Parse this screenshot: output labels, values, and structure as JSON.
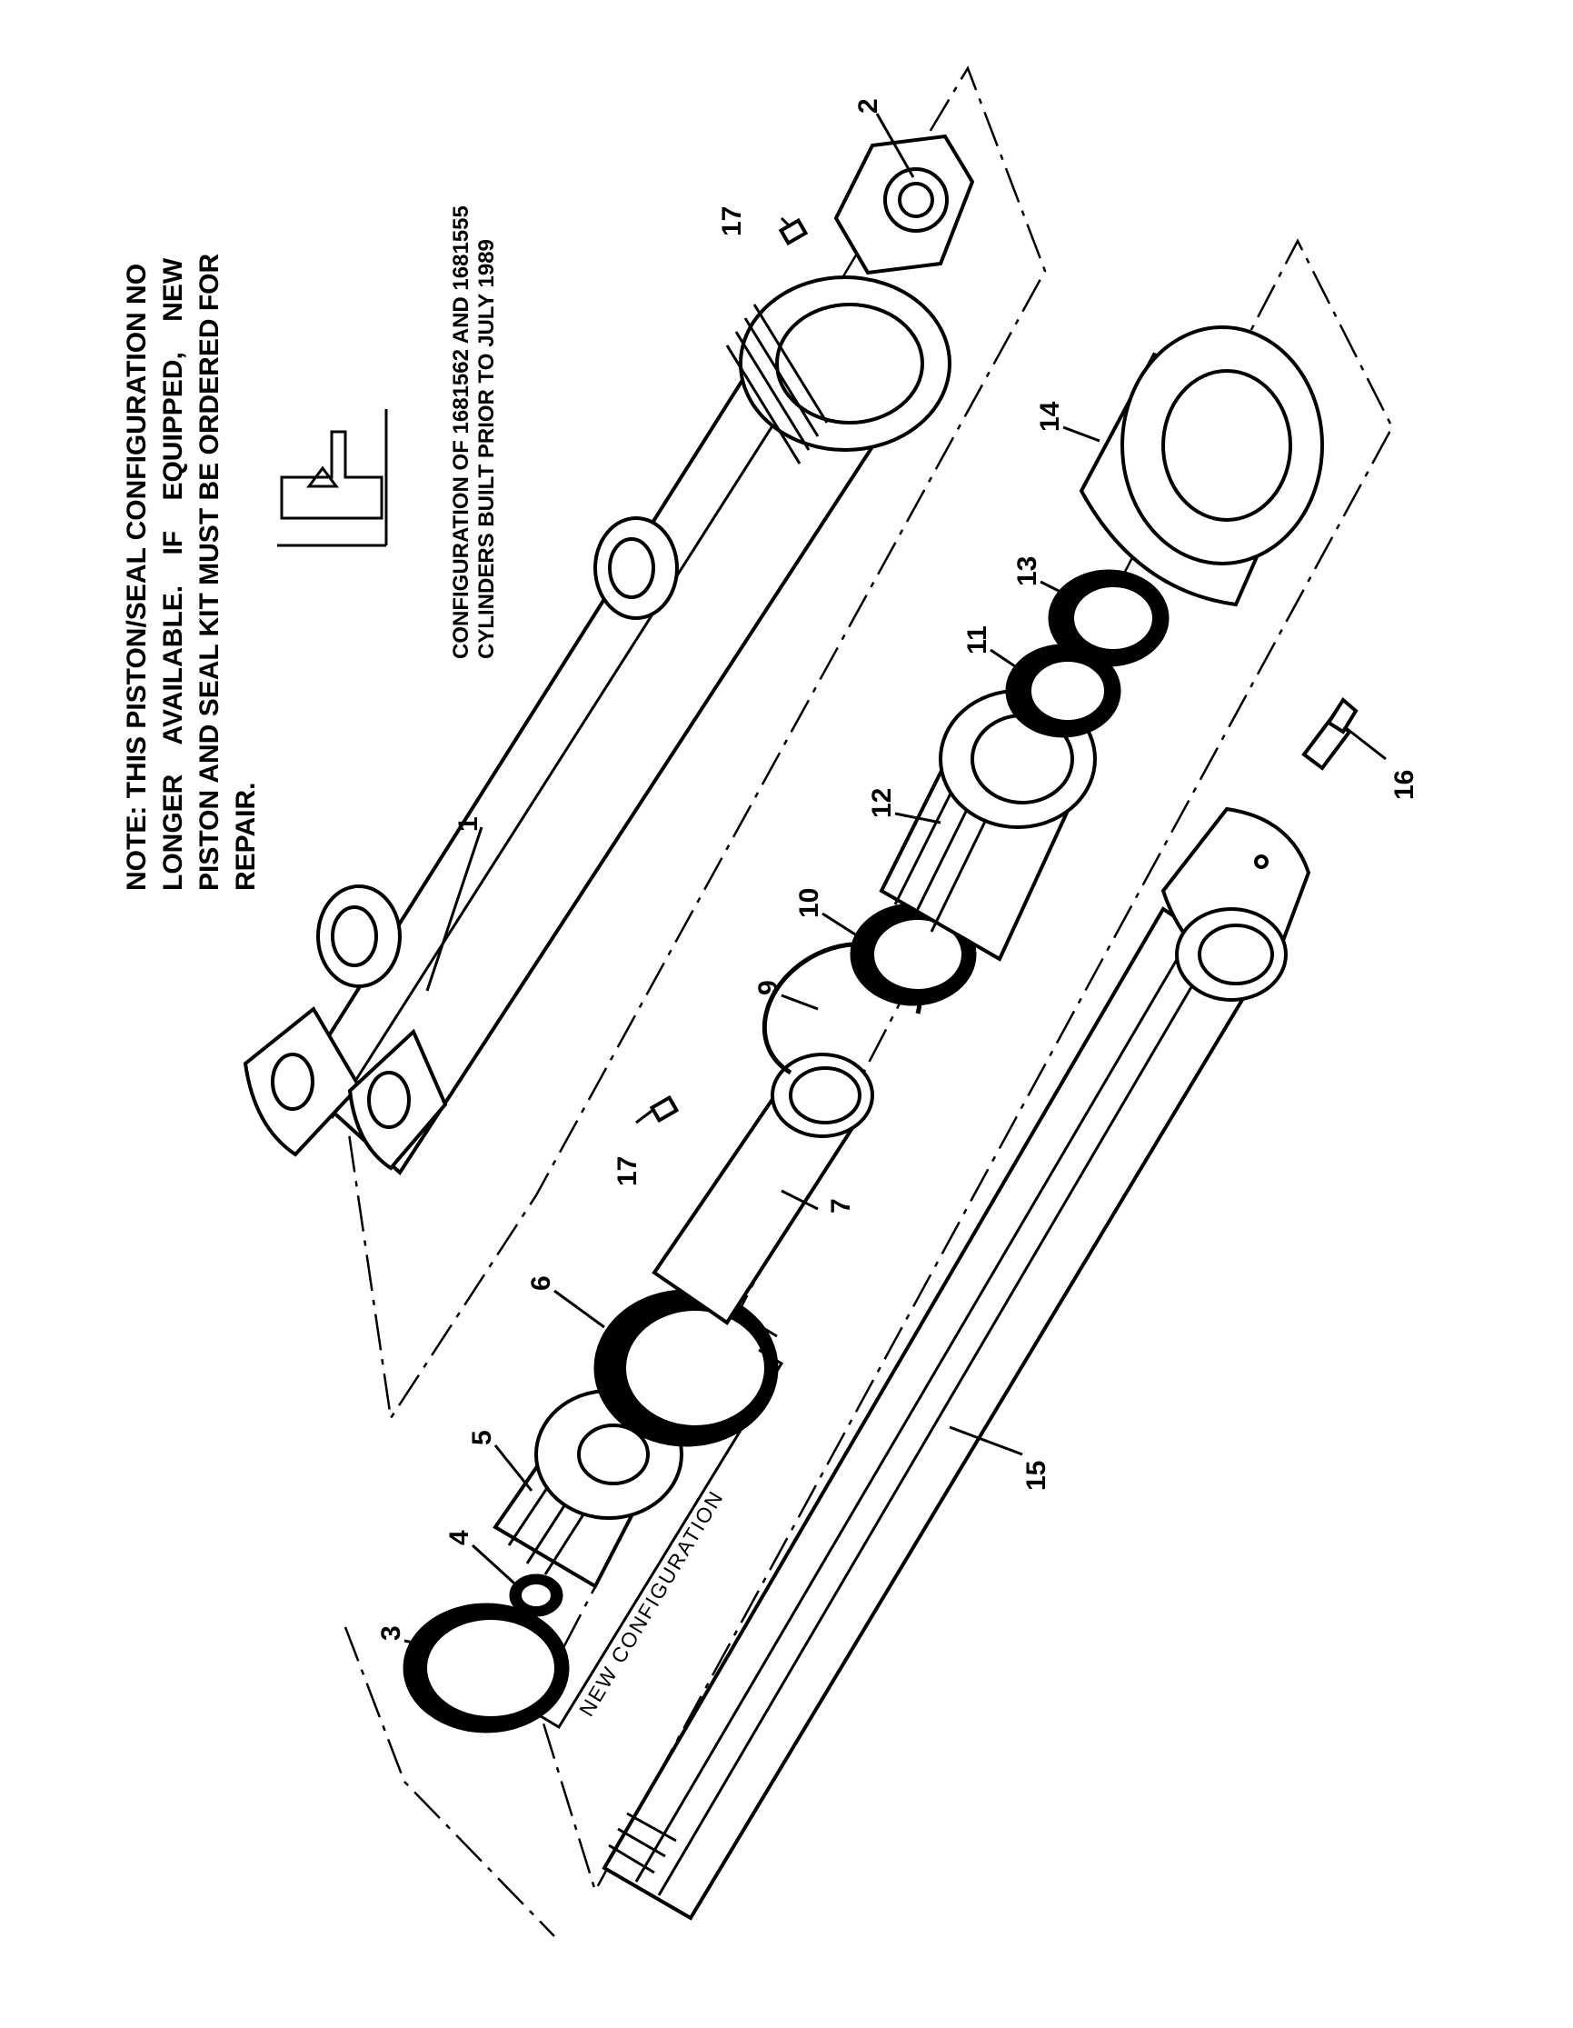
{
  "note": {
    "lines": [
      "NOTE: THIS PISTON/SEAL CONFIGURATION NO",
      "LONGER    AVAILABLE.    IF    EQUIPPED,    NEW",
      "PISTON AND SEAL KIT MUST BE ORDERED FOR",
      "REPAIR."
    ]
  },
  "configuration": {
    "lines": [
      "CONFIGURATION OF 1681562 AND 1681555",
      "CYLINDERS BUILT PRIOR TO JULY 1989"
    ]
  },
  "new_configuration_label": "NEW CONFIGURATION",
  "callouts": [
    "1",
    "2",
    "3",
    "4",
    "5",
    "6",
    "7",
    "9",
    "10",
    "11",
    "12",
    "13",
    "14",
    "15",
    "16",
    "17",
    "17"
  ],
  "parts": [
    "barrel",
    "hex nut",
    "seal",
    "o-ring",
    "piston",
    "wiper seal",
    "spacer tube",
    "snap ring",
    "seal",
    "seal",
    "piston",
    "seal",
    "gland",
    "piston rod",
    "grease fitting",
    "set screw"
  ]
}
